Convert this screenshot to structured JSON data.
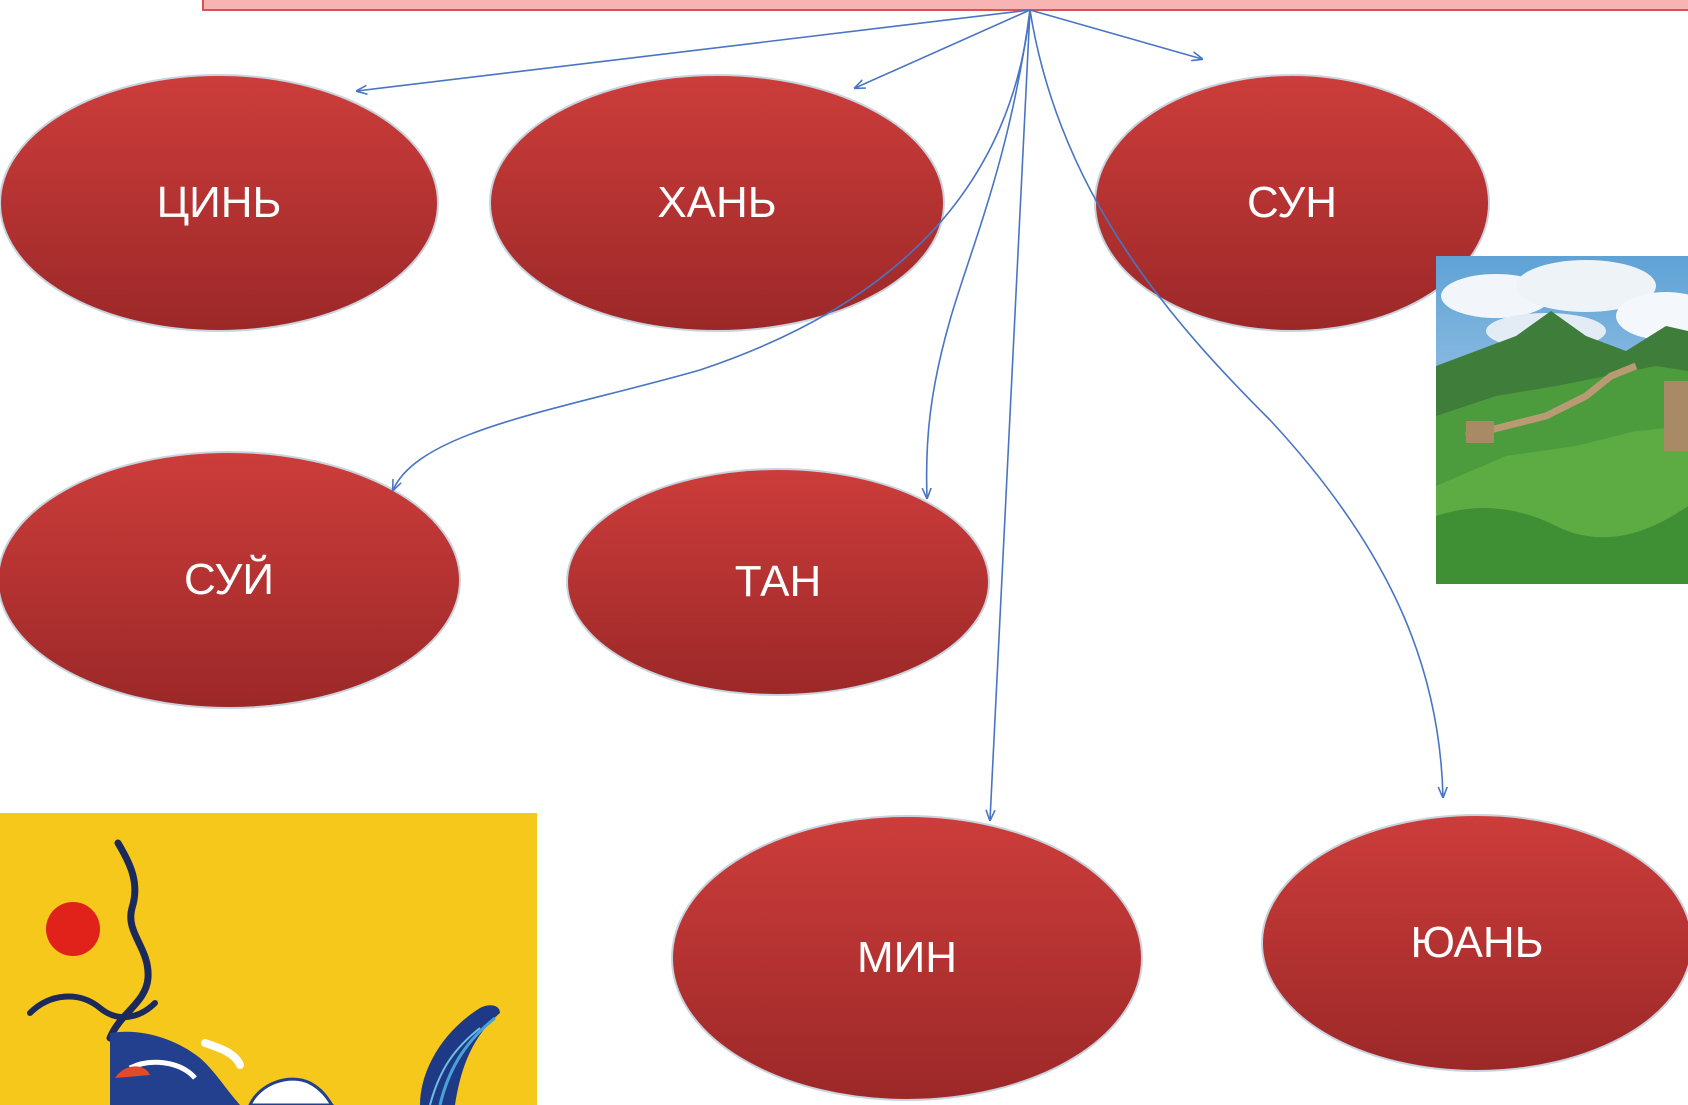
{
  "header_box": {
    "fill": "#f8b3b3",
    "border": "#d9534f"
  },
  "connector_color": "#4a74c4",
  "node_colors": {
    "top": "#cc3d3b",
    "bottom": "#9c2828",
    "outline": "#c9d3de"
  },
  "nodes": [
    {
      "id": "qin",
      "label": "ЦИНЬ"
    },
    {
      "id": "han",
      "label": "ХАНЬ"
    },
    {
      "id": "song",
      "label": "СУН"
    },
    {
      "id": "sui",
      "label": "СУЙ"
    },
    {
      "id": "tang",
      "label": "ТАН"
    },
    {
      "id": "ming",
      "label": "МИН"
    },
    {
      "id": "yuan",
      "label": "ЮАНЬ"
    }
  ],
  "images": {
    "great_wall": {
      "icon": "great-wall-photo"
    },
    "qing_flag": {
      "icon": "dragon-flag",
      "background": "#f6c81c"
    }
  }
}
